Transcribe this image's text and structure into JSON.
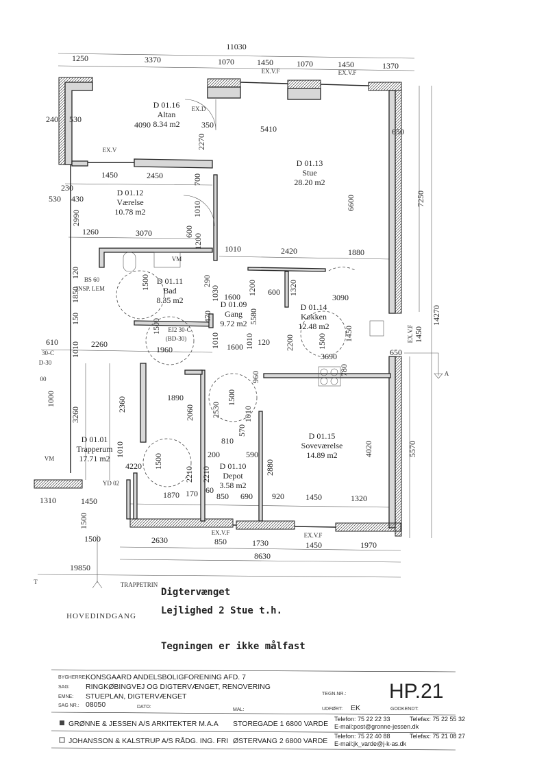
{
  "rooms": [
    {
      "id": "D 01.16",
      "name": "Altan",
      "area": "8.34 m2"
    },
    {
      "id": "D 01.13",
      "name": "Stue",
      "area": "28.20 m2"
    },
    {
      "id": "D 01.12",
      "name": "Værelse",
      "area": "10.78 m2"
    },
    {
      "id": "D 01.11",
      "name": "Bad",
      "area": "8.35 m2"
    },
    {
      "id": "D 01.09",
      "name": "Gang",
      "area": "9.72 m2"
    },
    {
      "id": "D 01.14",
      "name": "Køkken",
      "area": "12.48 m2"
    },
    {
      "id": "D 01.15",
      "name": "Soveværelse",
      "area": "14.89 m2"
    },
    {
      "id": "D 01.10",
      "name": "Depot",
      "area": "3.58 m2"
    },
    {
      "id": "D 01.01",
      "name": "Trapperum",
      "area": "17.71 m2"
    }
  ],
  "dims": [
    "11030",
    "1250",
    "3370",
    "1070",
    "1450",
    "1070",
    "1450",
    "1370",
    "240",
    "530",
    "4090",
    "350",
    "2270",
    "5410",
    "650",
    "1450",
    "2450",
    "230",
    "530",
    "430",
    "700",
    "1010",
    "6600",
    "7250",
    "2990",
    "1260",
    "3070",
    "600",
    "1200",
    "1010",
    "2420",
    "1880",
    "120",
    "1850",
    "150",
    "1500",
    "290",
    "1030",
    "1600",
    "1200",
    "600",
    "1320",
    "3090",
    "14270",
    "470",
    "5580",
    "610",
    "2260",
    "1960",
    "1500",
    "1010",
    "1600",
    "1010",
    "120",
    "2200",
    "1500",
    "3690",
    "1450",
    "650",
    "1450",
    "1010",
    "960",
    "1500",
    "2360",
    "1890",
    "2060",
    "2530",
    "1010",
    "1000",
    "3260",
    "780",
    "570",
    "810",
    "200",
    "590",
    "1010",
    "4220",
    "1500",
    "2210",
    "2210",
    "2880",
    "4020",
    "5570",
    "1870",
    "170",
    "60",
    "850",
    "690",
    "920",
    "1450",
    "1320",
    "1310",
    "1450",
    "1500",
    "1500",
    "2630",
    "850",
    "1730",
    "1450",
    "1970",
    "8630",
    "19850"
  ],
  "notes": [
    "EX.D",
    "EX.V",
    "EX.V.F",
    "EX.V.F",
    "EX.V.F",
    "EX.V.F",
    "EX.V.F",
    "BS 60",
    "INSP. LEM",
    "VM",
    "VM",
    "EI2 30-C",
    "(BD-30)",
    "YD 02",
    "A",
    "30-C",
    "D-30",
    "00",
    "TRAPPETRIN",
    "HOVEDINDGANG",
    "T"
  ],
  "titles": {
    "street": "Digtervænget",
    "unit": "Lejlighed 2 Stue t.h.",
    "disclaimer": "Tegningen er ikke målfast"
  },
  "title_block": {
    "bygherre_label": "BYGHERRE:",
    "bygherre": "KONSGAARD ANDELSBOLIGFORENING  AFD. 7",
    "sag_label": "SAG:",
    "sag": "RINGKØBINGVEJ OG DIGTERVÆNGET, RENOVERING",
    "emne_label": "EMNE:",
    "emne": "STUEPLAN, DIGTERVÆNGET",
    "sagnr_label": "SAG NR.:",
    "sagnr": "08050",
    "dato_label": "DATO:",
    "mal_label": "MAL:",
    "tegnnr_label": "TEGN.NR.:",
    "tegnnr": "HP.21",
    "udfort_label": "UDFØRT:",
    "udfort": "EK",
    "godkendt_label": "GODKENDT:",
    "firm1": "GRØNNE & JESSEN A/S  ARKITEKTER M.A.A",
    "firm1_addr": "STOREGADE 1   6800 VARDE",
    "firm1_tel": "Telefon:  75 22 22 33",
    "firm1_fax": "Telefax: 75 22 55 32",
    "firm1_mail": "E-mail:post@gronne-jessen.dk",
    "firm2": "JOHANSSON & KALSTRUP A/S  RÅDG. ING. FRI",
    "firm2_addr": "ØSTERVANG 2   6800 VARDE",
    "firm2_tel": "Telefon:  75 22 40 88",
    "firm2_fax": "Telefax: 75 21 08 27",
    "firm2_mail": "E-mail:jk_varde@j-k-as.dk"
  }
}
